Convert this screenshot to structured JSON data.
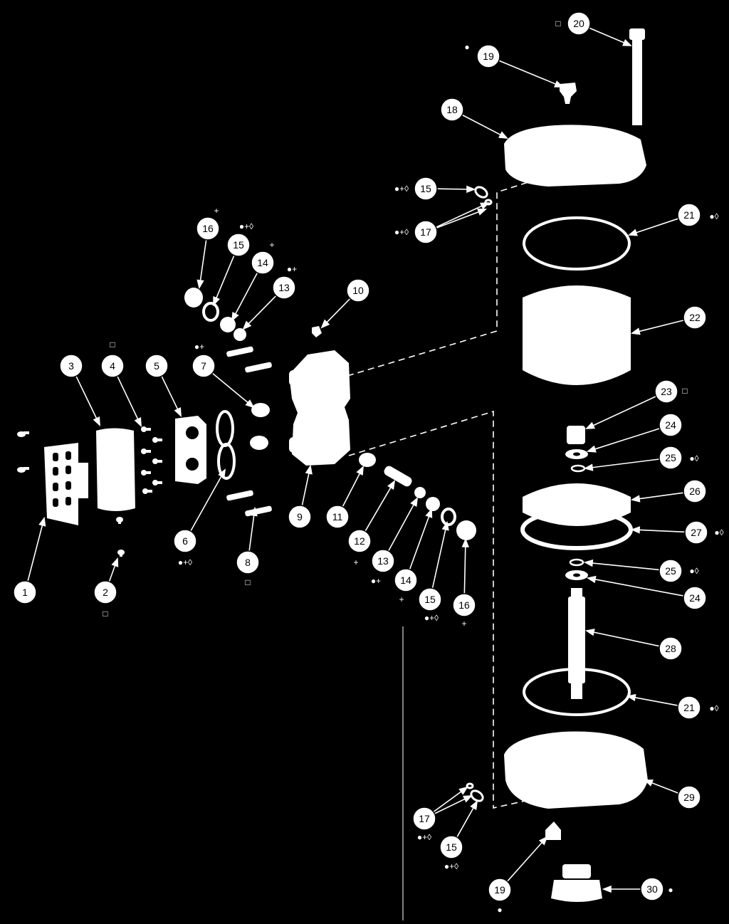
{
  "colors": {
    "background": "#000000",
    "foreground": "#ffffff"
  },
  "callouts": [
    {
      "id": "c1",
      "label": "1",
      "sym": ""
    },
    {
      "id": "c2",
      "label": "2",
      "sym": "□"
    },
    {
      "id": "c3",
      "label": "3",
      "sym": ""
    },
    {
      "id": "c4",
      "label": "4",
      "sym": "□"
    },
    {
      "id": "c5",
      "label": "5",
      "sym": ""
    },
    {
      "id": "c6",
      "label": "6",
      "sym": "●+◊"
    },
    {
      "id": "c7",
      "label": "7",
      "sym": "●+"
    },
    {
      "id": "c8",
      "label": "8",
      "sym": "□"
    },
    {
      "id": "c9",
      "label": "9",
      "sym": ""
    },
    {
      "id": "c10",
      "label": "10",
      "sym": ""
    },
    {
      "id": "c11",
      "label": "11",
      "sym": ""
    },
    {
      "id": "c12",
      "label": "12",
      "sym": "+"
    },
    {
      "id": "c13a",
      "label": "13",
      "sym": "●+"
    },
    {
      "id": "c14a",
      "label": "14",
      "sym": "+"
    },
    {
      "id": "c15a",
      "label": "15",
      "sym": "●+◊"
    },
    {
      "id": "c16a",
      "label": "16",
      "sym": "+"
    },
    {
      "id": "c13b",
      "label": "13",
      "sym": "●+"
    },
    {
      "id": "c14b",
      "label": "14",
      "sym": "+"
    },
    {
      "id": "c15b",
      "label": "15",
      "sym": "●+◊"
    },
    {
      "id": "c16b",
      "label": "16",
      "sym": "+"
    },
    {
      "id": "c15c",
      "label": "15",
      "sym": "●+◊"
    },
    {
      "id": "c17a",
      "label": "17",
      "sym": "●+◊"
    },
    {
      "id": "c18",
      "label": "18",
      "sym": ""
    },
    {
      "id": "c19a",
      "label": "19",
      "sym": "●"
    },
    {
      "id": "c20",
      "label": "20",
      "sym": "□"
    },
    {
      "id": "c21a",
      "label": "21",
      "sym": "●◊"
    },
    {
      "id": "c22",
      "label": "22",
      "sym": ""
    },
    {
      "id": "c23",
      "label": "23",
      "sym": "□"
    },
    {
      "id": "c24a",
      "label": "24",
      "sym": ""
    },
    {
      "id": "c25a",
      "label": "25",
      "sym": "●◊"
    },
    {
      "id": "c26",
      "label": "26",
      "sym": ""
    },
    {
      "id": "c27",
      "label": "27",
      "sym": "●◊"
    },
    {
      "id": "c25b",
      "label": "25",
      "sym": "●◊"
    },
    {
      "id": "c24b",
      "label": "24",
      "sym": ""
    },
    {
      "id": "c28",
      "label": "28",
      "sym": ""
    },
    {
      "id": "c21b",
      "label": "21",
      "sym": "●◊"
    },
    {
      "id": "c29",
      "label": "29",
      "sym": ""
    },
    {
      "id": "c17b",
      "label": "17",
      "sym": "●+◊"
    },
    {
      "id": "c15d",
      "label": "15",
      "sym": "●+◊"
    },
    {
      "id": "c19b",
      "label": "19",
      "sym": "●"
    },
    {
      "id": "c30",
      "label": "30",
      "sym": "●"
    }
  ]
}
